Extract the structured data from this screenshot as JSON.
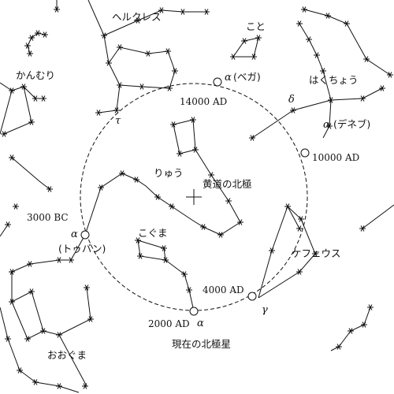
{
  "title": "",
  "constellations": {
    "hercules": "ヘルクレス",
    "lyra": "こと",
    "corona": "かんむり",
    "cygnus": "はくちょう",
    "draco": "りゅう",
    "ursa_minor": "こぐま",
    "cepheus": "ケフェウス",
    "ursa_major": "おおぐま"
  },
  "center_label": "黄道の北極",
  "markers": {
    "vega": {
      "greek": "α",
      "name": "(ベガ)",
      "epoch": "14000 AD"
    },
    "deneb": {
      "greek": "α",
      "name": "(デネブ)",
      "delta": "δ",
      "epoch": "10000 AD"
    },
    "thuban": {
      "greek": "α",
      "name": "(トゥバン)",
      "epoch": "3000 BC"
    },
    "polaris": {
      "greek": "α",
      "name": "現在の北極星",
      "epoch": "2000 AD"
    },
    "gamma_cep": {
      "greek": "γ",
      "epoch": "4000 AD"
    },
    "tau_her": {
      "greek": "τ"
    }
  },
  "style": {
    "line_color": "#111111",
    "background": "#ffffff"
  }
}
